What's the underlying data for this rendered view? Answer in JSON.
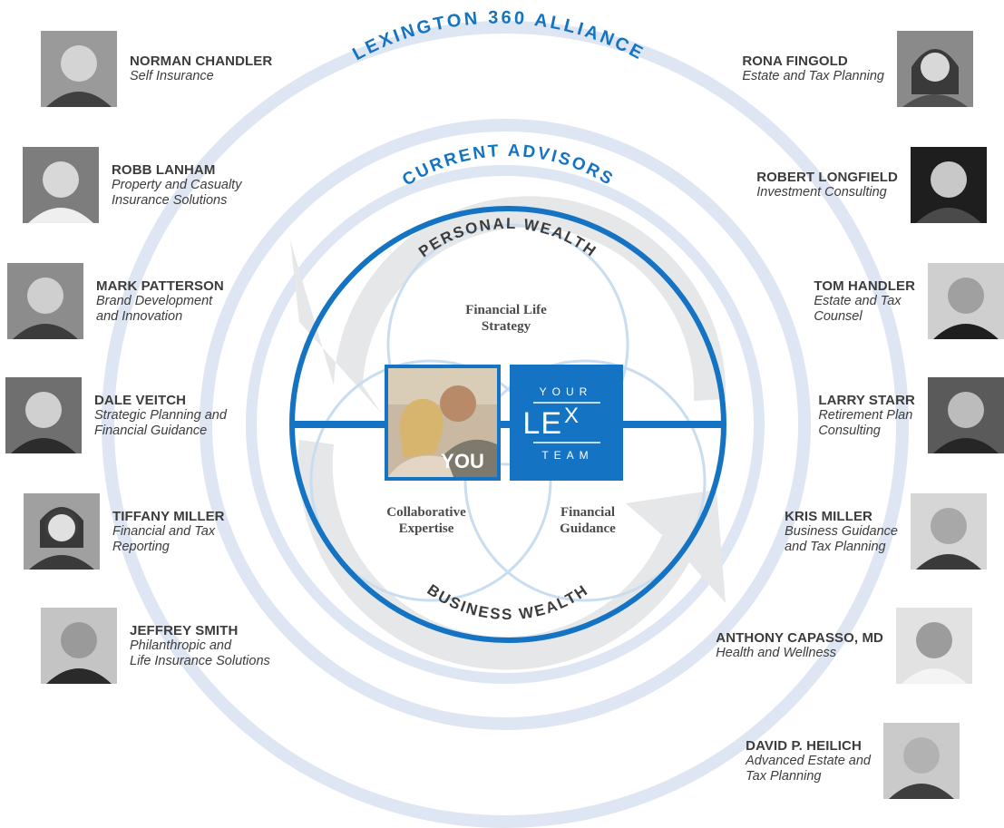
{
  "ring_titles": {
    "outer": "LEXINGTON 360 ALLIANCE",
    "middle": "CURRENT ADVISORS"
  },
  "inner_arcs": {
    "top": "PERSONAL WEALTH",
    "bottom": "BUSINESS WEALTH"
  },
  "venn": {
    "top": [
      "Financial Life",
      "Strategy"
    ],
    "left": [
      "Collaborative",
      "Expertise"
    ],
    "right": [
      "Financial",
      "Guidance"
    ]
  },
  "center": {
    "you_label": "YOU",
    "lex_top": "YOUR",
    "lex_mid": "LE",
    "lex_sup": "X",
    "lex_bottom": "TEAM"
  },
  "colors": {
    "brand_blue": "#1473c2",
    "ring_light": "#dde6f2",
    "arrow_gray": "#e6e7e9",
    "text_dark": "#3c3c3c"
  },
  "people_left": [
    {
      "name": "NORMAN CHANDLER",
      "role": [
        "Self Insurance"
      ]
    },
    {
      "name": "ROBB LANHAM",
      "role": [
        "Property and Casualty",
        "Insurance Solutions"
      ]
    },
    {
      "name": "MARK PATTERSON",
      "role": [
        "Brand Development",
        "and Innovation"
      ]
    },
    {
      "name": "DALE VEITCH",
      "role": [
        "Strategic Planning and",
        "Financial Guidance"
      ]
    },
    {
      "name": "TIFFANY MILLER",
      "role": [
        "Financial and Tax",
        "Reporting"
      ]
    },
    {
      "name": "JEFFREY SMITH",
      "role": [
        "Philanthropic and",
        "Life Insurance Solutions"
      ]
    }
  ],
  "people_right": [
    {
      "name": "RONA FINGOLD",
      "role": [
        "Estate and Tax Planning"
      ]
    },
    {
      "name": "ROBERT LONGFIELD",
      "role": [
        "Investment Consulting"
      ]
    },
    {
      "name": "TOM HANDLER",
      "role": [
        "Estate and Tax",
        "Counsel"
      ]
    },
    {
      "name": "LARRY STARR",
      "role": [
        "Retirement Plan",
        "Consulting"
      ]
    },
    {
      "name": "KRIS MILLER",
      "role": [
        "Business Guidance",
        "and Tax Planning"
      ]
    },
    {
      "name": "ANTHONY CAPASSO, MD",
      "role": [
        "Health and Wellness"
      ]
    },
    {
      "name": "DAVID P. HEILICH",
      "role": [
        "Advanced Estate and",
        "Tax Planning"
      ]
    }
  ]
}
